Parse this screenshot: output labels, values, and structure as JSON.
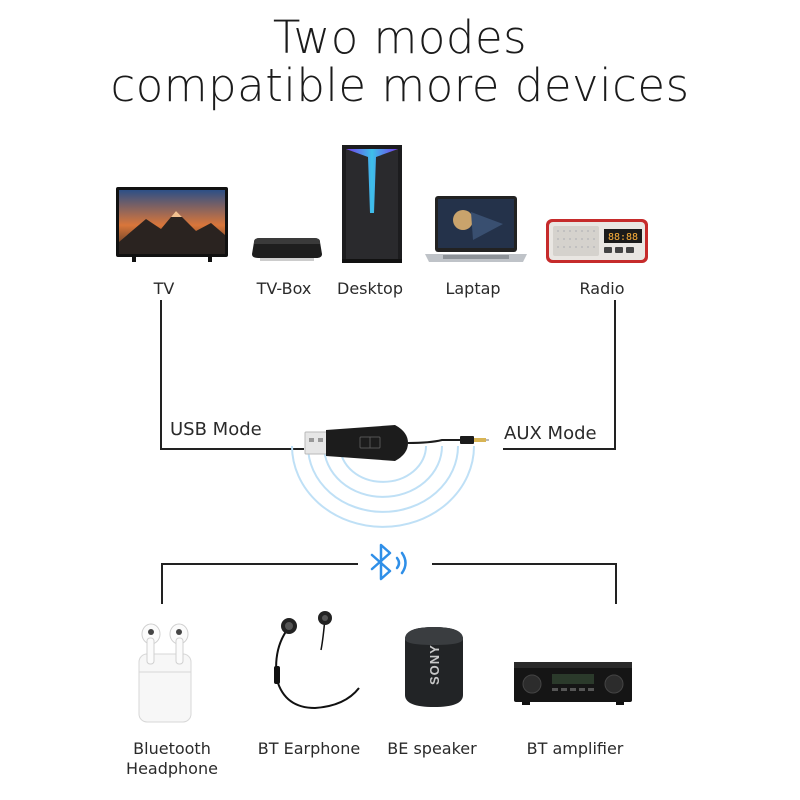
{
  "title": {
    "line1": "Two modes",
    "line2": "compatible more devices"
  },
  "top_devices": [
    {
      "label": "TV",
      "icon": "tv-icon"
    },
    {
      "label": "TV-Box",
      "icon": "tv-box-icon"
    },
    {
      "label": "Desktop",
      "icon": "desktop-tower-icon"
    },
    {
      "label": "Laptap",
      "icon": "laptop-icon"
    },
    {
      "label": "Radio",
      "icon": "radio-icon"
    }
  ],
  "modes": {
    "usb": "USB Mode",
    "aux": "AUX Mode"
  },
  "radio_display": "88:88",
  "speaker_brand": "SONY",
  "bottom_devices": [
    {
      "label_line1": "Bluetooth",
      "label_line2": "Headphone",
      "icon": "earbuds-case-icon"
    },
    {
      "label_line1": "BT Earphone",
      "icon": "neckband-earphone-icon"
    },
    {
      "label_line1": "BE speaker",
      "icon": "bluetooth-speaker-icon"
    },
    {
      "label_line1": "BT amplifier",
      "icon": "av-amplifier-icon"
    }
  ],
  "colors": {
    "line": "#222222",
    "bluetooth_accent": "#2f8fe8",
    "signal_waves": "#bfe0f6"
  }
}
